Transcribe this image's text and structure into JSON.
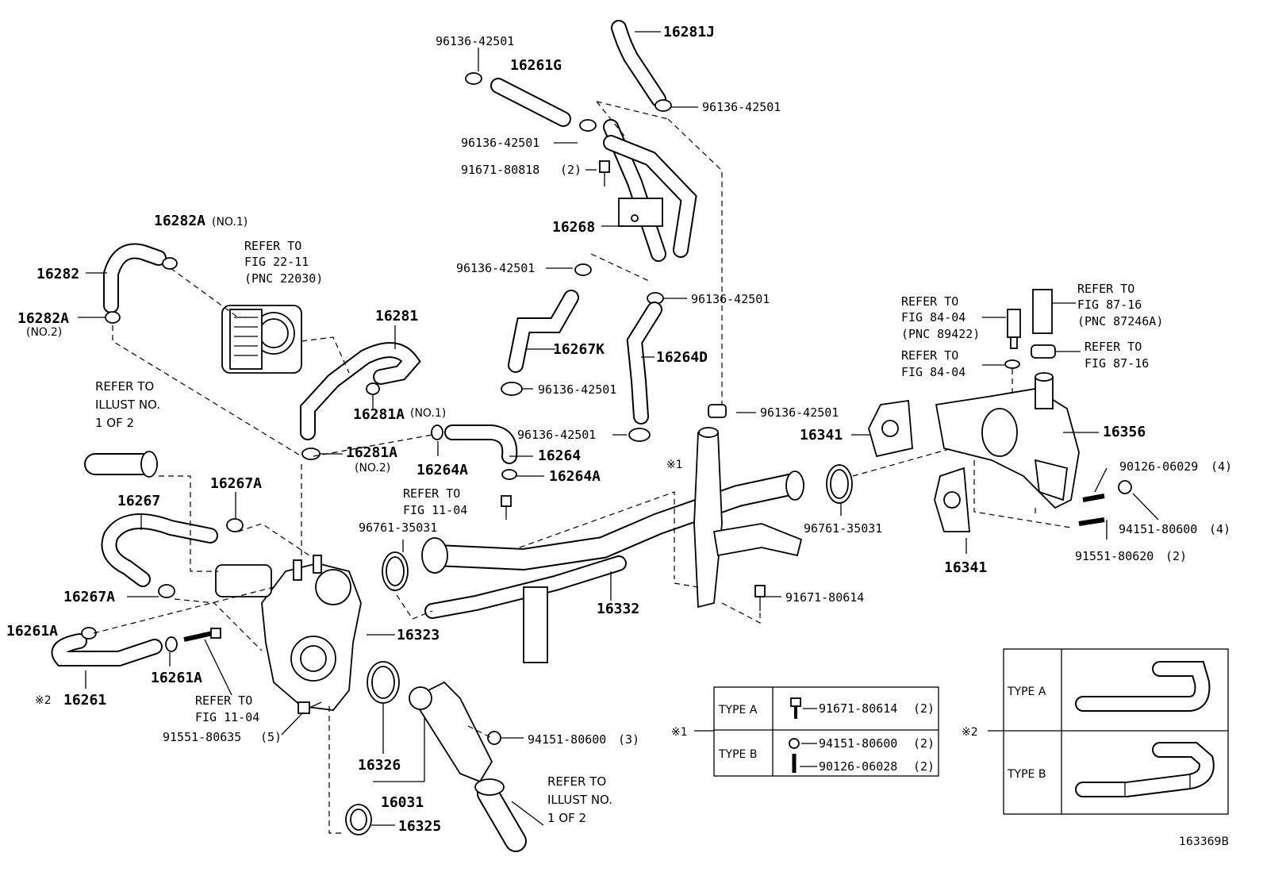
{
  "labels": {
    "p16281J": "16281J",
    "p96136_top": "96136-42501",
    "p16261G": "16261G",
    "p96136_rt1": "96136-42501",
    "p96136_l2": "96136-42501",
    "p91671_80818": "91671-80818",
    "q2": "(2)",
    "p16268": "16268",
    "p96136_l3": "96136-42501",
    "p96136_rt2": "96136-42501",
    "p16267K": "16267K",
    "p16264D": "16264D",
    "p96136_l4": "96136-42501",
    "p16282A_1": "16282A",
    "no1": "(NO.1)",
    "p16282": "16282",
    "p16282A_2": "16282A",
    "no2": "(NO.2)",
    "refer22_1": "REFER TO",
    "refer22_2": "FIG 22-11",
    "refer22_3": "(PNC 22030)",
    "p16281": "16281",
    "p16281A_1": "16281A",
    "no1b": "(NO.1)",
    "p16281A_2": "16281A",
    "no2b": "(NO.2)",
    "p96136_mid": "96136-42501",
    "p16264": "16264",
    "p16264A_1": "16264A",
    "p16264A_2": "16264A",
    "refer11_1": "REFER TO",
    "refer11_2": "FIG 11-04",
    "ill1_1": "REFER TO",
    "ill1_2": "ILLUST NO.",
    "ill1_3": "1 OF 2",
    "p16267A_1": "16267A",
    "p16267": "16267",
    "p16267A_2": "16267A",
    "p96761_left": "96761-35031",
    "p96136_right": "96136-42501",
    "mark1": "※1",
    "p16341_1": "16341",
    "p16341_2": "16341",
    "p16356": "16356",
    "p96761_right": "96761-35031",
    "p90126_06029": "90126-06029",
    "q4a": "(4)",
    "p94151_80600_4": "94151-80600",
    "q4b": "(4)",
    "p91551_80620": "91551-80620",
    "q2b": "(2)",
    "p91671_80614": "91671-80614",
    "p16332": "16332",
    "p16323": "16323",
    "p16261A_1": "16261A",
    "p16261A_2": "16261A",
    "mark2": "※2",
    "p16261": "16261",
    "refer11b_1": "REFER TO",
    "refer11b_2": "FIG 11-04",
    "p91551_80635": "91551-80635",
    "q5": "(5)",
    "p94151_80600_3": "94151-80600",
    "q3": "(3)",
    "p16326": "16326",
    "p16031": "16031",
    "p16325": "16325",
    "ill2_1": "REFER TO",
    "ill2_2": "ILLUST NO.",
    "ill2_3": "1 OF 2",
    "refer84a_1": "REFER TO",
    "refer84a_2": "FIG 84-04",
    "refer84a_3": "(PNC 89422)",
    "refer84b_1": "REFER TO",
    "refer84b_2": "FIG 84-04",
    "refer87a_1": "REFER TO",
    "refer87a_2": "FIG 87-16",
    "refer87a_3": "(PNC 87246A)",
    "refer87b_1": "REFER TO",
    "refer87b_2": "FIG 87-16",
    "code": "163369B"
  },
  "table1": {
    "mark": "※1",
    "typeA": "TYPE A",
    "typeB": "TYPE B",
    "a_part": "91671-80614",
    "a_qty": "(2)",
    "b_part1": "94151-80600",
    "b_qty1": "(2)",
    "b_part2": "90126-06028",
    "b_qty2": "(2)"
  },
  "table2": {
    "mark": "※2",
    "typeA": "TYPE A",
    "typeB": "TYPE B"
  }
}
